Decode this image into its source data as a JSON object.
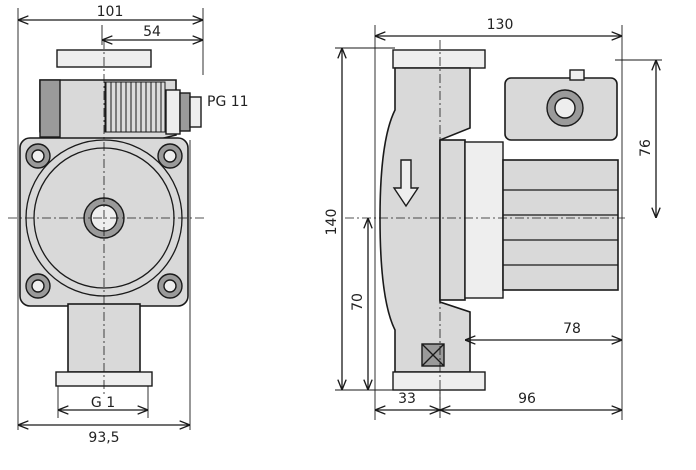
{
  "dimensions": {
    "front_width_top": "101",
    "front_connector_offset": "54",
    "cable_gland": "PG 11",
    "thread": "G 1",
    "front_width_bottom": "93,5",
    "side_length_top": "130",
    "side_total_height": "140",
    "side_motor_height": "76",
    "side_lower_height": "70",
    "side_motor_depth": "78",
    "side_left_offset": "33",
    "side_right_offset": "96"
  },
  "colors": {
    "line": "#1a1a1a",
    "body_fill": "#d9d9d9",
    "dark_fill": "#9a9a9a"
  }
}
